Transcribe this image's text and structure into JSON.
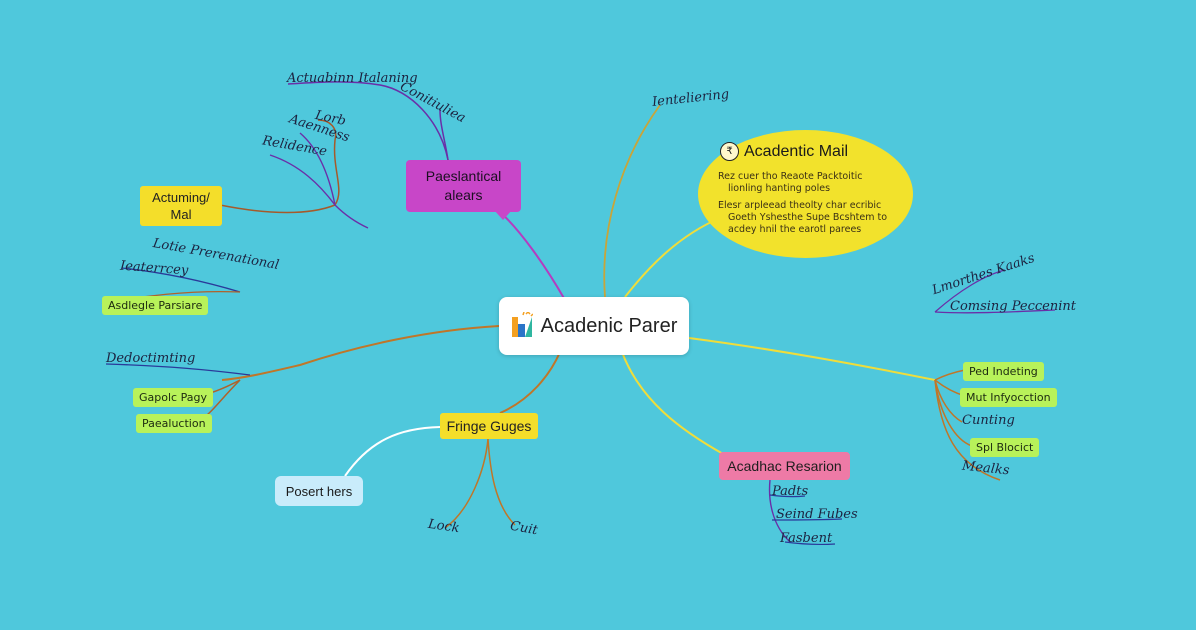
{
  "central": {
    "label": "Acadenic Parer",
    "logo_icon": "academic-logo-icon"
  },
  "top_left": {
    "node_label_line1": "Paeslantical",
    "node_label_line2": "alears",
    "branch_a": "Actuabinn Italaning",
    "branch_b": "Conitiuliea",
    "branch_c": "Lorb",
    "branch_d": "Aaenness",
    "branch_e": "Relidence"
  },
  "aloud": {
    "line1": "Actuming/",
    "line2": "Mal"
  },
  "left_upper": {
    "title1": "Lotie Prerenational",
    "title2": "Ieaterrcey",
    "tag": "Asdlegle Parsiare"
  },
  "left_lower": {
    "title": "Dedoctimting",
    "tag1": "Gapolc Pagy",
    "tag2": "Paealuction"
  },
  "bottom": {
    "fringe": "Fringe Guges",
    "posert": "Posert hers",
    "leaf1": "Lock",
    "leaf2": "Cuit"
  },
  "top_right": {
    "branch_label": "Ienteliering",
    "mail_icon": "coin-badge-icon",
    "mail_title": "Acadentic Mail",
    "mail_line1": "Rez cuer tho Reaote Packtoitic",
    "mail_line2": "lionling hanting poles",
    "mail_line3": "Elesr arpleead theolty char ecribic",
    "mail_line4": "Goeth Yshesthe Supe Bcshtem to",
    "mail_line5": "acdey hnil the earotl parees"
  },
  "right": {
    "branch1": "Lmorthes Kaaks",
    "branch2": "Comsing Peccenint",
    "tag1": "Ped Indeting",
    "tag2": "Mut Infyocction",
    "leaf1": "Cunting",
    "tag3": "Spl Blocict",
    "leaf2": "Mealks"
  },
  "research": {
    "label": "Acadhac Resarion",
    "leaf1": "Padts",
    "leaf2": "Seind Fubes",
    "leaf3": "Fasbent"
  }
}
